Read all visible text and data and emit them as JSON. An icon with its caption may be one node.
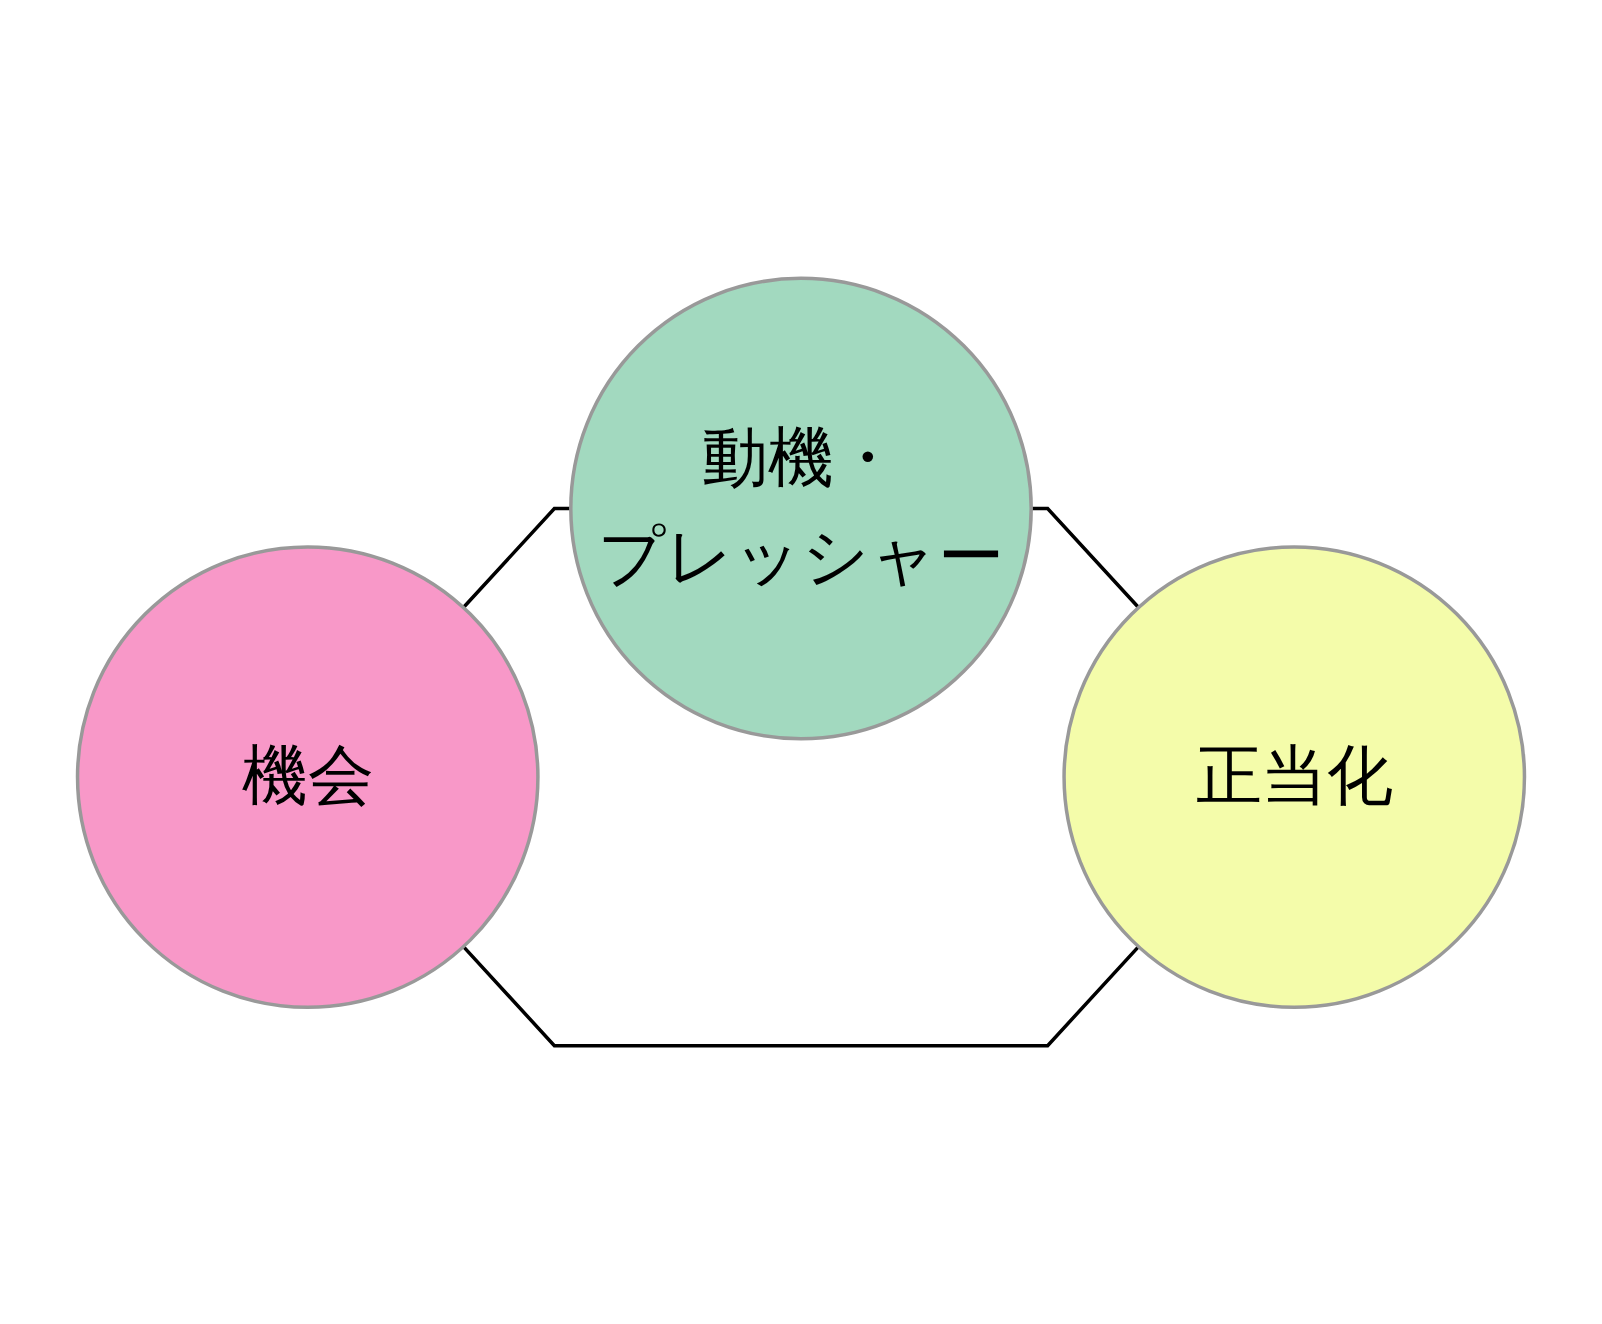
{
  "diagram": {
    "nodes": [
      {
        "text": [
          "動機・プレッシャー"
        ]
      },
      {
        "text": [
          "機会"
        ]
      },
      {
        "text": [
          "正当化"
        ]
      }
    ],
    "edges": [
      {
        "from": 1,
        "to": 0,
        "arrow": "none"
      },
      {
        "from": 0,
        "to": 2,
        "arrow": "none"
      },
      {
        "from": 1,
        "to": 2,
        "arrow": "none"
      }
    ]
  }
}
